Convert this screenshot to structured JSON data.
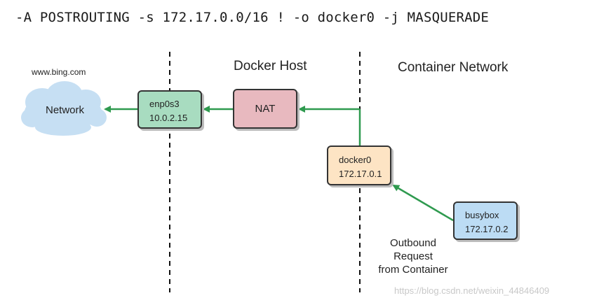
{
  "command": "-A POSTROUTING -s 172.17.0.0/16 ! -o docker0 -j MASQUERADE",
  "sections": {
    "docker_host": "Docker Host",
    "container_network": "Container Network"
  },
  "internet": {
    "url": "www.bing.com",
    "cloud_label": "Network"
  },
  "nodes": {
    "enp0s3": {
      "name": "enp0s3",
      "ip": "10.0.2.15",
      "color": "#a8dcc0"
    },
    "nat": {
      "name": "NAT",
      "color": "#e8b9bf"
    },
    "docker0": {
      "name": "docker0",
      "ip": "172.17.0.1",
      "color": "#fde4c4"
    },
    "busybox": {
      "name": "busybox",
      "ip": "172.17.0.2",
      "color": "#bcdcf4"
    }
  },
  "outbound_label": [
    "Outbound",
    "Request",
    "from Container"
  ],
  "watermark": "https://blog.csdn.net/weixin_44846409",
  "colors": {
    "arrow": "#2f9a4f",
    "cloud": "#c6dff3"
  }
}
